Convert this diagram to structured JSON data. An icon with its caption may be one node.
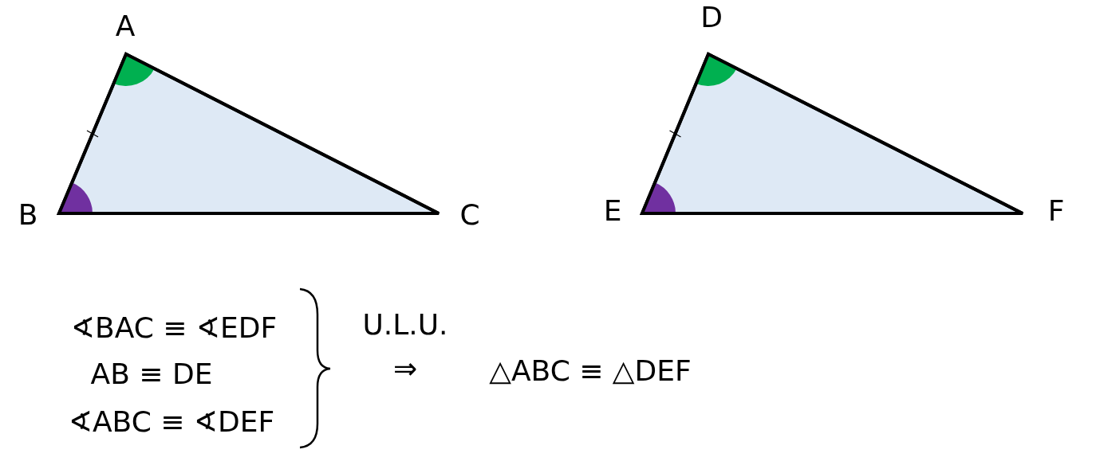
{
  "diagram": {
    "labels": [
      "A",
      "D",
      "B",
      "C",
      "E",
      "F",
      "∢BAC ≡ ∢EDF",
      "U.L.U.",
      "AB ≡ DE",
      "⇒",
      "△ABC ≡ △DEF",
      "∢ABC ≡ ∢DEF"
    ]
  }
}
